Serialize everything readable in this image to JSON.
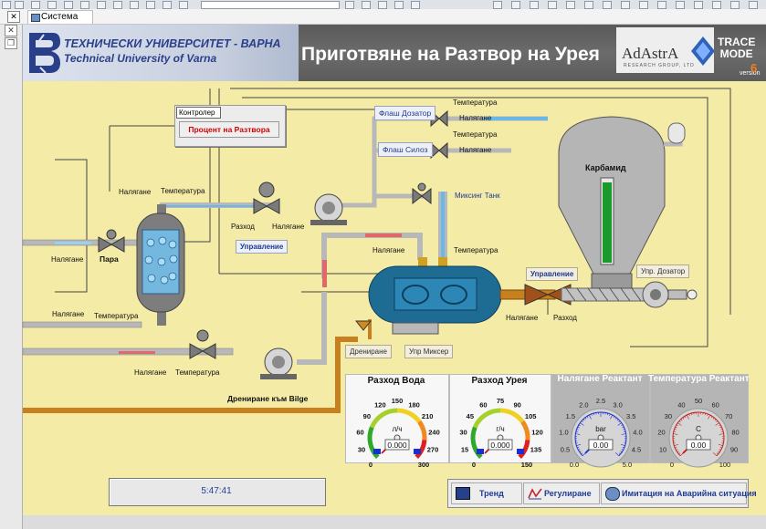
{
  "window": {
    "tab_label": "Система"
  },
  "header": {
    "title": "Приготвяне на Разтвор на Урея",
    "university_bg": "ТЕХНИЧЕСКИ УНИВЕРСИТЕТ - ВАРНА",
    "university_en": "Technical University of Varna",
    "brand": "AdAstrA",
    "brand_sub": "RESEARCH GROUP, LTD",
    "product_line1": "TRACE",
    "product_line2": "MODE",
    "product_version": "version"
  },
  "controller": {
    "title": "Контролер",
    "button": "Процент на Разтвора"
  },
  "labels": {
    "pressure": "Налягане",
    "temperature": "Температура",
    "flow": "Разход",
    "steam": "Пара",
    "control": "Управление",
    "flash_dozer": "Флаш Дозатор",
    "flash_silo": "Флаш Силоз",
    "mixing_tank": "Миксинг Танк",
    "carbamide": "Карбамид",
    "dozer_ctrl": "Упр. Дозатор",
    "mixer_ctrl": "Упр Миксер",
    "drain": "Дрениране",
    "drain_bilge": "Дрениране към Bilge"
  },
  "gauges": [
    {
      "title": "Разход Вода",
      "unit": "л/ч",
      "value": 0,
      "display": "0.000",
      "min": 0,
      "max": 300,
      "ticks": [
        "0",
        "30",
        "60",
        "90",
        "120",
        "150",
        "180",
        "210",
        "240",
        "270",
        "300"
      ],
      "style": "color"
    },
    {
      "title": "Разход Урея",
      "unit": "г/ч",
      "value": 0,
      "display": "0.000",
      "min": 0,
      "max": 150,
      "ticks": [
        "0",
        "15",
        "30",
        "45",
        "60",
        "75",
        "90",
        "105",
        "120",
        "135",
        "150"
      ],
      "style": "color"
    },
    {
      "title": "Налягане Реактант",
      "unit": "bar",
      "value": 0,
      "display": "0.00",
      "min": 0,
      "max": 5,
      "ticks": [
        "0.0",
        "0.5",
        "1.0",
        "1.5",
        "2.0",
        "2.5",
        "3.0",
        "3.5",
        "4.0",
        "4.5",
        "5.0"
      ],
      "style": "blue"
    },
    {
      "title": "Температура Реактант",
      "unit": "С",
      "value": 0,
      "display": "0.00",
      "min": 0,
      "max": 100,
      "ticks": [
        "0",
        "10",
        "20",
        "30",
        "40",
        "50",
        "60",
        "70",
        "80",
        "90",
        "100"
      ],
      "style": "red"
    }
  ],
  "status": {
    "time": "5:47:41"
  },
  "nav": {
    "trend": "Тренд",
    "regulation": "Регулиране",
    "emergency": "Имитация на Аварийна ситуация"
  },
  "colors": {
    "workspace": "#f4eba6",
    "pipe_grey": "#b8b8b8",
    "pipe_orange": "#c8801f",
    "tank_blue": "#1e6c93",
    "header": "#5c5c5c"
  }
}
